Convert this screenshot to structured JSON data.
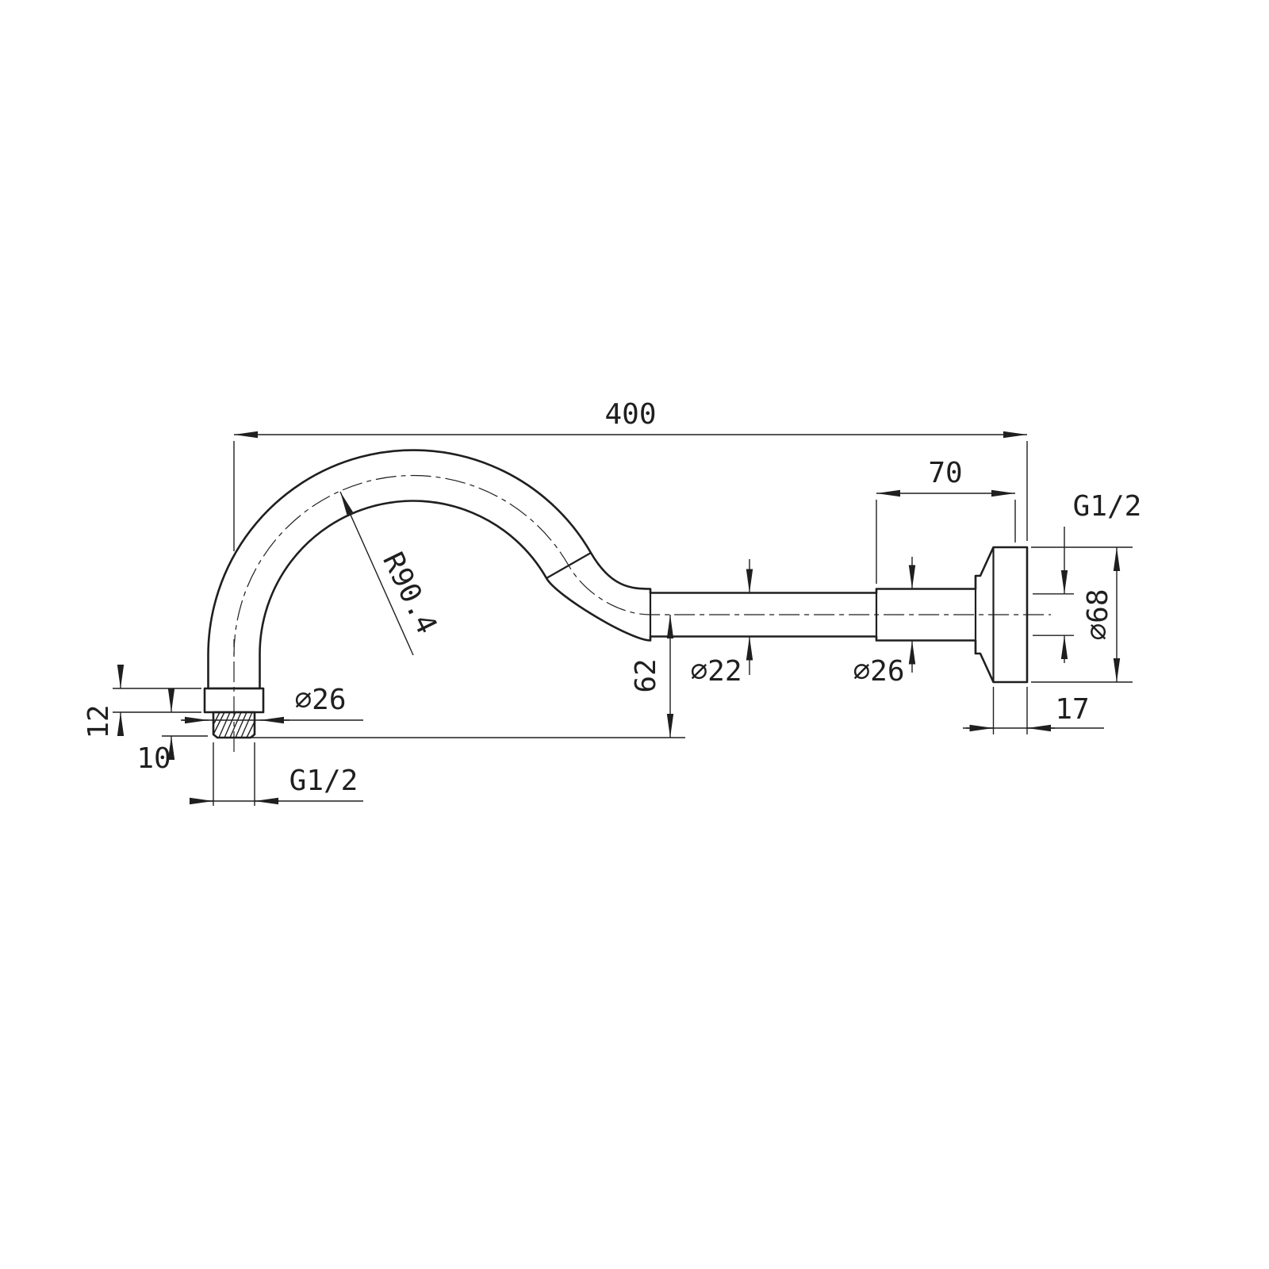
{
  "drawing": {
    "line_color": "#1f1f1f",
    "background": "#ffffff"
  },
  "dims": {
    "overall_length": "400",
    "wall_section_length": "70",
    "wall_thread": "G1/2",
    "flange_diameter": "⌀68",
    "flange_depth": "17",
    "arm_diameter_right": "⌀26",
    "pipe_diameter": "⌀22",
    "drop_height": "62",
    "bend_radius": "R90.4",
    "arm_diameter_left": "⌀26",
    "collar_height": "12",
    "thread_length": "10",
    "outlet_thread": "G1/2"
  }
}
